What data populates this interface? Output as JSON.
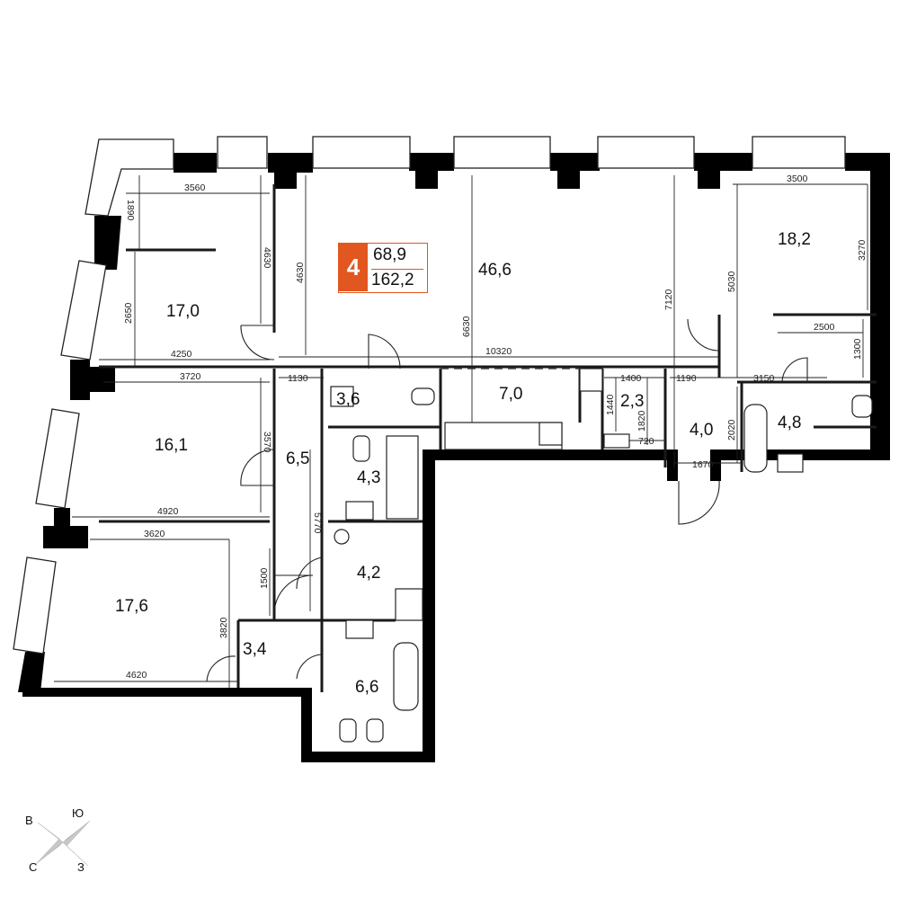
{
  "apartment": {
    "rooms": "4",
    "living_area": "68,9",
    "total_area": "162,2"
  },
  "areas": [
    "17,0",
    "46,6",
    "18,2",
    "3,6",
    "7,0",
    "2,3",
    "4,0",
    "4,8",
    "16,1",
    "6,5",
    "4,3",
    "4,2",
    "17,6",
    "3,4",
    "6,6"
  ],
  "dims": [
    "3560",
    "1890",
    "2650",
    "4630",
    "4630",
    "4250",
    "1130",
    "3720",
    "3570",
    "4920",
    "5770",
    "3620",
    "3820",
    "1500",
    "4620",
    "10320",
    "6630",
    "7120",
    "3500",
    "3270",
    "5030",
    "2500",
    "1300",
    "1400",
    "1440",
    "1820",
    "1190",
    "3150",
    "2020",
    "720",
    "1670"
  ],
  "compass": {
    "n": "В",
    "e": "Ю",
    "s": "С",
    "w": "З"
  },
  "colors": {
    "accent": "#e2561f"
  }
}
